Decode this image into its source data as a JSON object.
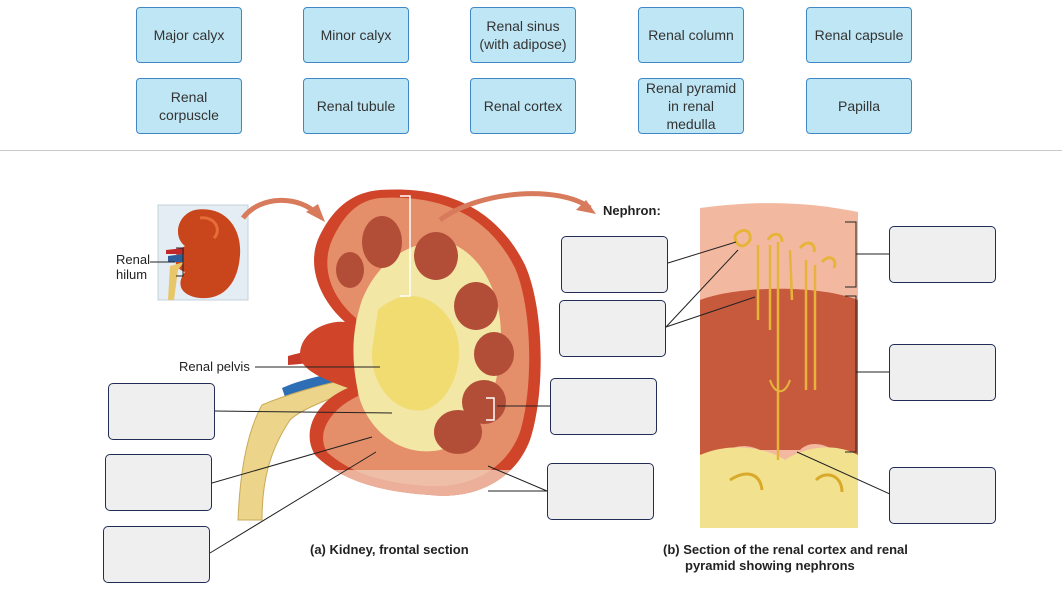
{
  "term_bank": {
    "chips": [
      {
        "id": "major-calyx",
        "lines": [
          "Major calyx"
        ]
      },
      {
        "id": "minor-calyx",
        "lines": [
          "Minor calyx"
        ]
      },
      {
        "id": "renal-sinus",
        "lines": [
          "Renal sinus",
          "(with adipose)"
        ]
      },
      {
        "id": "renal-column",
        "lines": [
          "Renal column"
        ]
      },
      {
        "id": "renal-capsule",
        "lines": [
          "Renal capsule"
        ]
      },
      {
        "id": "renal-corpuscle",
        "lines": [
          "Renal",
          "corpuscle"
        ]
      },
      {
        "id": "renal-tubule",
        "lines": [
          "Renal tubule"
        ]
      },
      {
        "id": "renal-cortex",
        "lines": [
          "Renal cortex"
        ]
      },
      {
        "id": "renal-pyramid",
        "lines": [
          "Renal pyramid",
          "in renal",
          "medulla"
        ]
      },
      {
        "id": "papilla",
        "lines": [
          "Papilla"
        ]
      }
    ]
  },
  "figure": {
    "labels": {
      "renal_hilum_1": "Renal",
      "renal_hilum_2": "hilum",
      "renal_pelvis": "Renal pelvis",
      "nephron": "Nephron:"
    },
    "captions": {
      "a": "(a) Kidney, frontal section",
      "b_1": "(b) Section of the renal cortex and renal",
      "b_2": "pyramid showing nephrons"
    }
  },
  "colors": {
    "chip_fill": "#bfe6f4",
    "chip_border": "#3f88c5",
    "dropzone_fill": "#efefef",
    "dropzone_border": "#222d55"
  }
}
